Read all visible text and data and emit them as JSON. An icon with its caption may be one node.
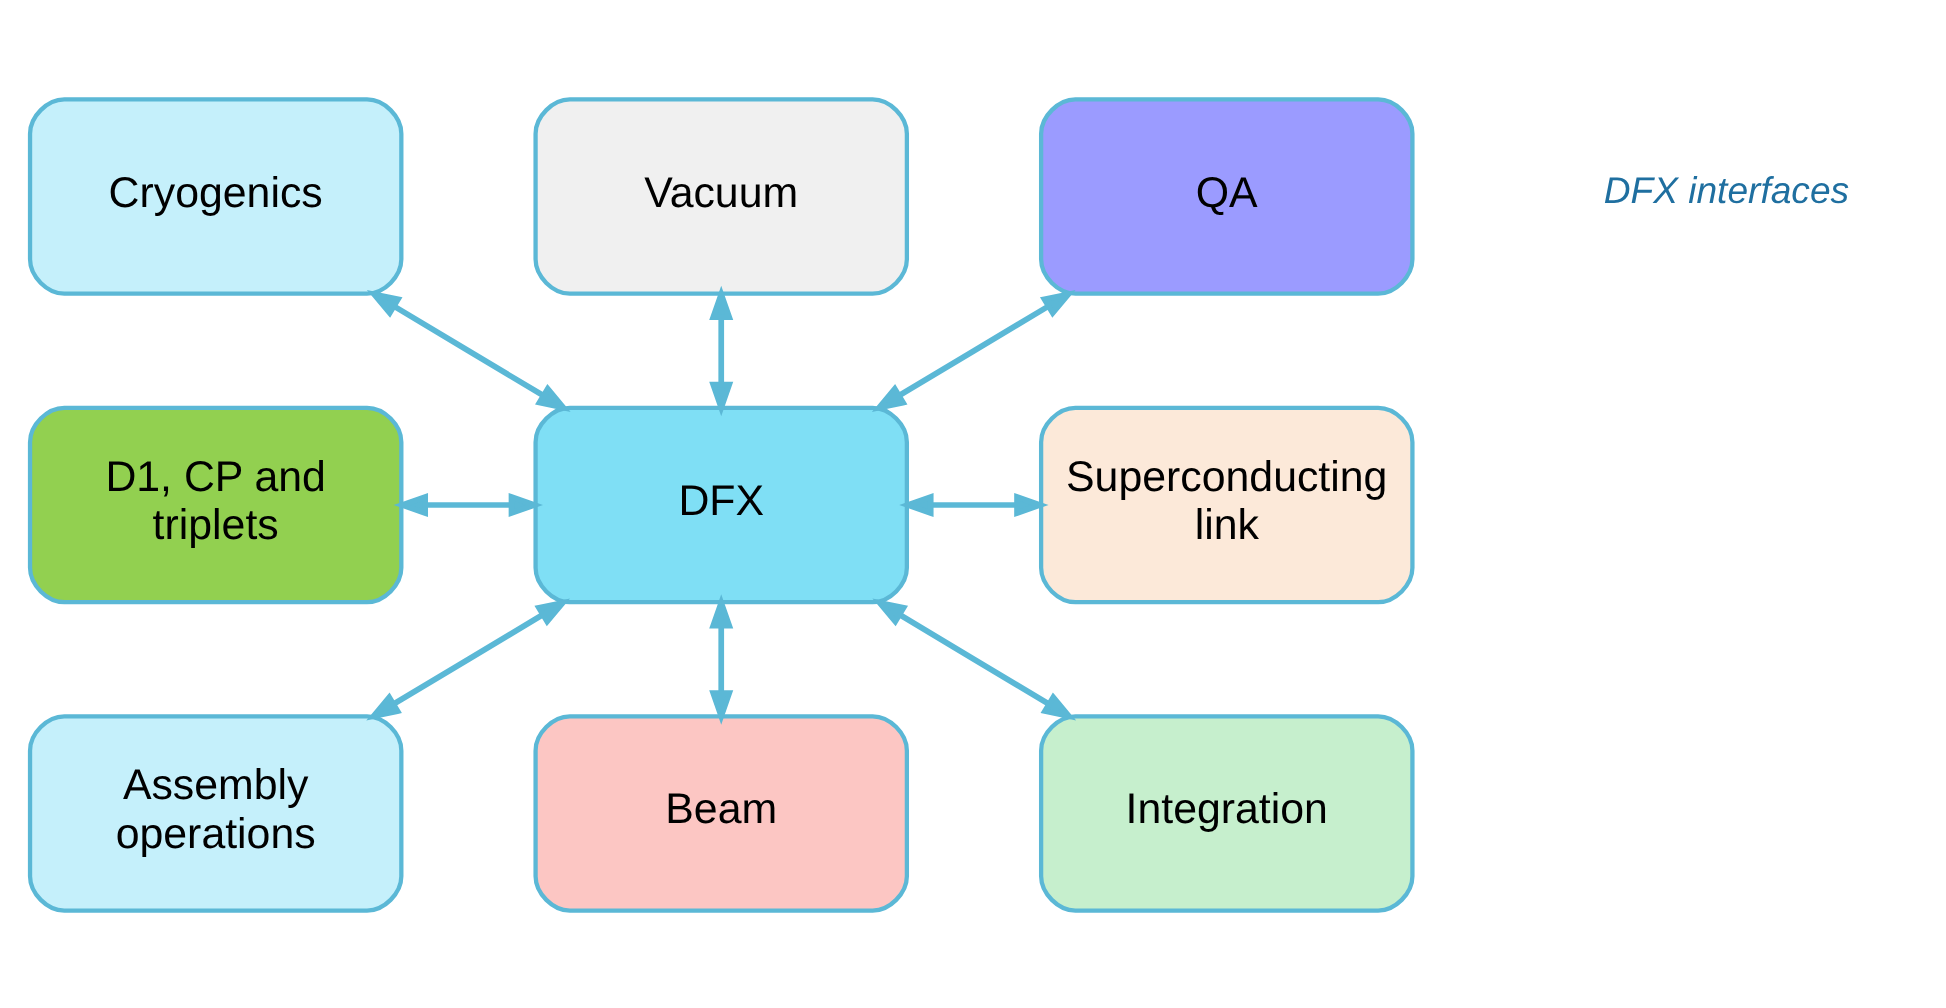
{
  "diagram": {
    "nodes": [
      {
        "text": [
          "Cryogenics"
        ]
      },
      {
        "text": [
          "Vacuum"
        ]
      },
      {
        "text": [
          "QA"
        ]
      },
      {
        "text": [
          "D1, CP and triplets"
        ]
      },
      {
        "text": [
          "DFX"
        ]
      },
      {
        "text": [
          "Superconducting link"
        ]
      },
      {
        "text": [
          "Assembly operations"
        ]
      },
      {
        "text": [
          "Beam"
        ]
      },
      {
        "text": [
          "Integration"
        ]
      }
    ],
    "edges": [
      {
        "from": 0,
        "to": 4,
        "arrow": "both"
      },
      {
        "from": 1,
        "to": 4,
        "arrow": "both"
      },
      {
        "from": 2,
        "to": 4,
        "arrow": "both"
      },
      {
        "from": 3,
        "to": 4,
        "arrow": "both"
      },
      {
        "from": 4,
        "to": 5,
        "arrow": "both"
      },
      {
        "from": 4,
        "to": 6,
        "arrow": "both"
      },
      {
        "from": 4,
        "to": 7,
        "arrow": "both"
      },
      {
        "from": 4,
        "to": 8,
        "arrow": "both"
      }
    ],
    "labels": [
      "DFX interfaces"
    ]
  }
}
